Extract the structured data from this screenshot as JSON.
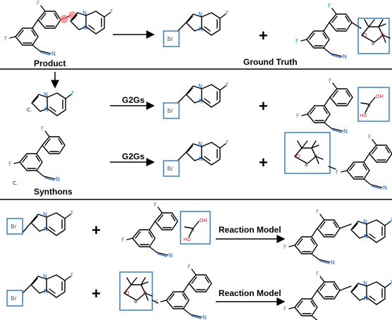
{
  "labels": {
    "product": "Product",
    "ground_truth": "Ground Truth",
    "synthons": "Synthons",
    "g2gs": "G2Gs",
    "reaction_model": "Reaction Model",
    "plus": "+"
  },
  "atoms": {
    "F": "F",
    "N": "N",
    "Br": "Br",
    "B": "B",
    "O": "O",
    "OH": "OH",
    "HO": "HO",
    "C": "C."
  },
  "colors": {
    "highlight": "#f07a80",
    "box": "#3e7fc1",
    "fluorine": "#1aa0e6",
    "nitrogen": "#1e6bd6",
    "oxygen": "#e02020"
  }
}
